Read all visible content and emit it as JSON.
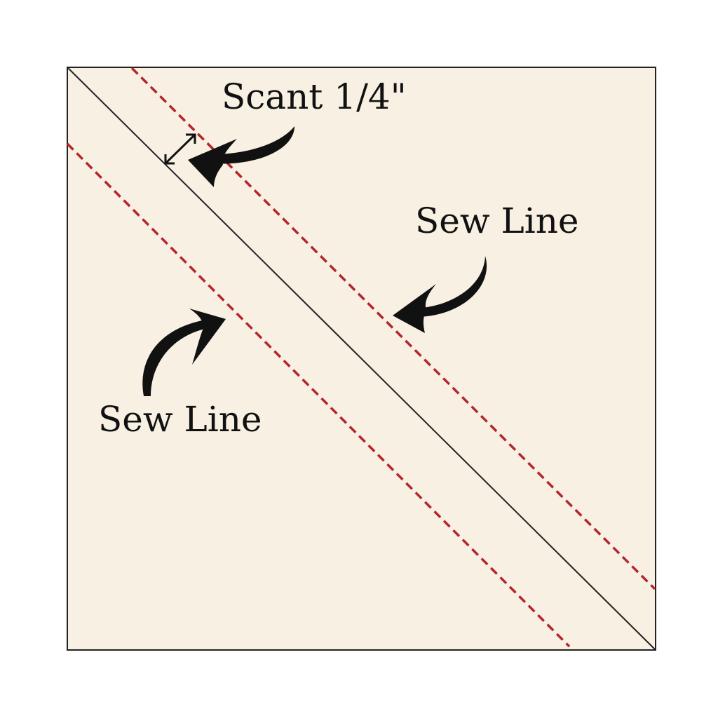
{
  "labels": {
    "scant": "Scant 1/4\"",
    "sew_line_upper": "Sew Line",
    "sew_line_lower": "Sew Line"
  },
  "colors": {
    "fabric": "#f7f0e3",
    "sew_line": "#b3262c",
    "ink": "#111111"
  }
}
